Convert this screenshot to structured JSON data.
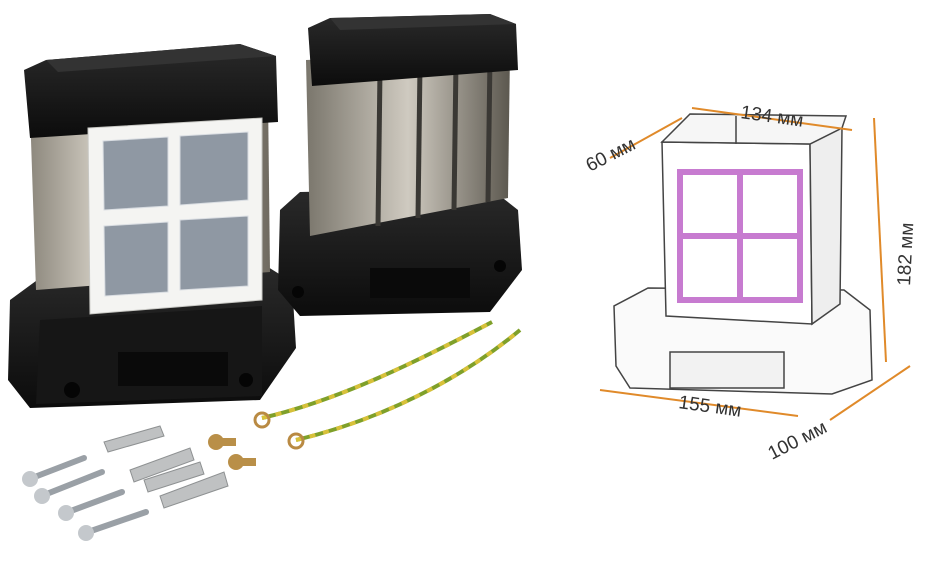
{
  "figure": {
    "dimensions": {
      "top_width": "134 мм",
      "top_depth": "60 мм",
      "height": "182 мм",
      "base_width": "155 мм",
      "base_depth": "100 мм"
    },
    "colors": {
      "dimension_line": "#e08a2a",
      "housing": "#1a1a1a",
      "steel": "#b9b3a6",
      "frame_highlight": "#c77bd0",
      "ground_wire": "#7fa02a"
    }
  }
}
